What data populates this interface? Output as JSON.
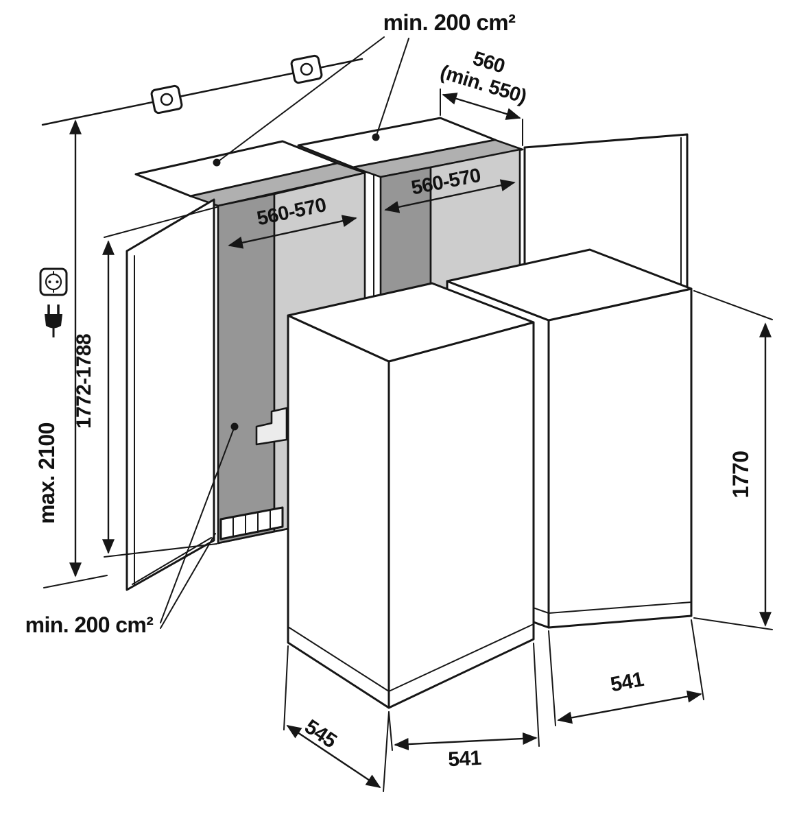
{
  "diagram": {
    "title": "Built-in refrigerator side-by-side installation dimension drawing",
    "labels": {
      "top_ventilation": "min. 200 cm²",
      "bottom_ventilation": "min. 200 cm²",
      "niche_depth": "560",
      "niche_depth_min": "(min. 550)",
      "left_niche_width": "560-570",
      "right_niche_width": "560-570",
      "niche_height": "1772-1788",
      "ceiling_height": "max. 2100",
      "appliance_height": "1770",
      "appliance_depth": "545",
      "left_appliance_width": "541",
      "right_appliance_width": "541"
    },
    "icons": {
      "socket": "power-socket-icon",
      "plug": "power-plug-icon",
      "bracket": "mounting-bracket-icon"
    },
    "colors": {
      "line": "#161616",
      "background": "#ffffff",
      "niche_side_wall": "#969696",
      "niche_back_wall": "#cdcdcd",
      "niche_ceiling": "#b0b0b0",
      "service_step": "#ececec"
    }
  }
}
